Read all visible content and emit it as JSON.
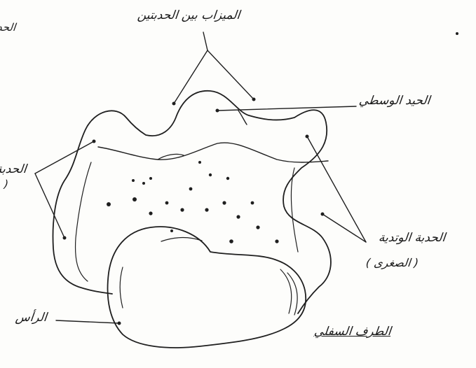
{
  "diagram": {
    "labels": {
      "top": "الميزاب بين الحدبتين",
      "middle": "الحيد الوسطي",
      "left": "الحدبة",
      "left_sub": "(",
      "bottom_right": "الحدبة الوتدية",
      "bottom_right_sub": "( الصغرى )",
      "head": "الرأس",
      "lower_end": "الطرف السفلي",
      "corner": "الحد"
    }
  }
}
